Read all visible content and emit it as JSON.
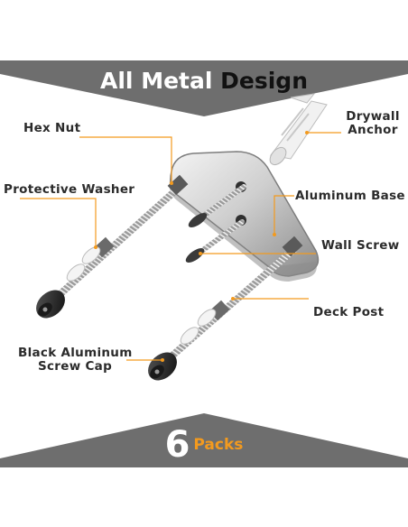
{
  "header": {
    "title_light": "All Metal",
    "title_dark": "Design"
  },
  "labels": {
    "hex_nut": "Hex Nut",
    "protective_washer": "Protective Washer",
    "drywall_anchor": [
      "Drywall",
      "Anchor"
    ],
    "aluminum_base": "Aluminum Base",
    "wall_screw": "Wall Screw",
    "deck_post": "Deck Post",
    "screw_cap": [
      "Black Aluminum",
      "Screw Cap"
    ]
  },
  "footer": {
    "count": "6",
    "unit": "Packs"
  },
  "colors": {
    "banner": "#6e6e6e",
    "accent": "#f39a1e",
    "leader": "#f39a1e"
  }
}
